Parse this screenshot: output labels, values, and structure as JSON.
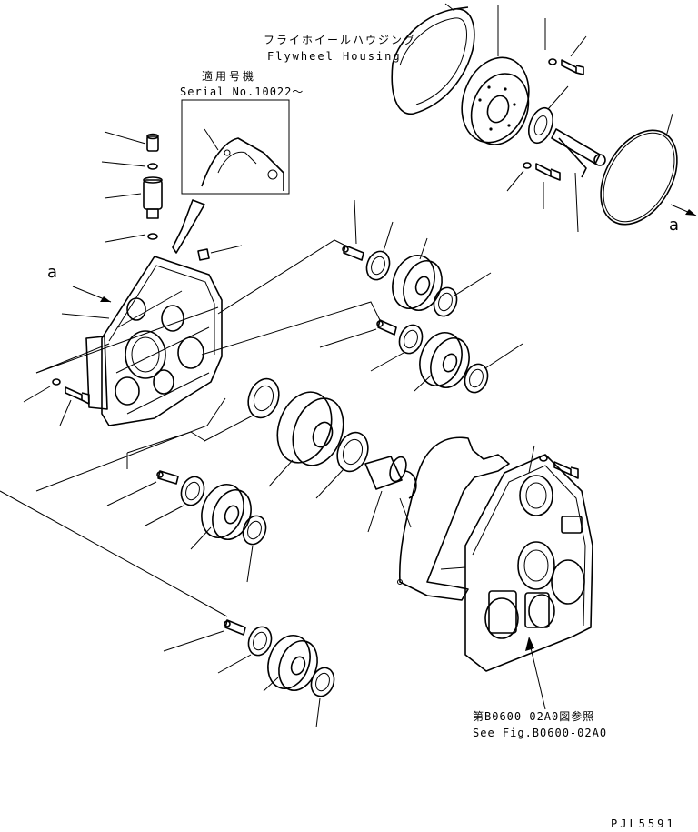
{
  "labels": {
    "flywheel_housing_jp": "フライホイールハウジング",
    "flywheel_housing_en": "Flywheel Housing",
    "serial_jp": "適用号機",
    "serial_en": "Serial No.10022～",
    "callout_a_left": "a",
    "callout_a_right": "a",
    "see_fig_jp": "第B0600-02A0図参照",
    "see_fig_en": "See Fig.B0600-02A0",
    "drawing_code": "PJL5591"
  }
}
